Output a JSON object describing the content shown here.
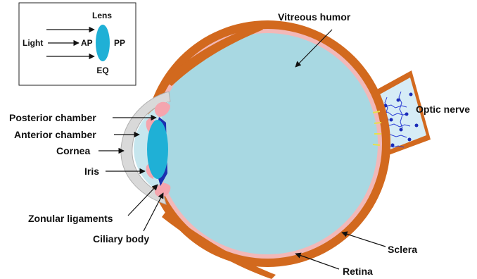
{
  "inset": {
    "lens": "Lens",
    "light": "Light",
    "ap": "AP",
    "pp": "PP",
    "eq": "EQ"
  },
  "labels": {
    "vitreous_humor": "Vitreous humor",
    "optic_nerve": "Optic nerve",
    "posterior_chamber": "Posterior chamber",
    "anterior_chamber": "Anterior chamber",
    "cornea": "Cornea",
    "iris": "Iris",
    "zonular_ligaments": "Zonular ligaments",
    "ciliary_body": "Ciliary body",
    "sclera": "Sclera",
    "retina": "Retina"
  },
  "colors": {
    "sclera": "#d2691e",
    "retina": "#f2b8b8",
    "vitreous": "#a8d8e2",
    "lens": "#1fb0d6",
    "cornea": "#d9d9d9",
    "iris_ciliary": "#f5a5ae",
    "nerve_fibers": "#2a3cd4",
    "nerve_bg": "#d6ecf6"
  }
}
